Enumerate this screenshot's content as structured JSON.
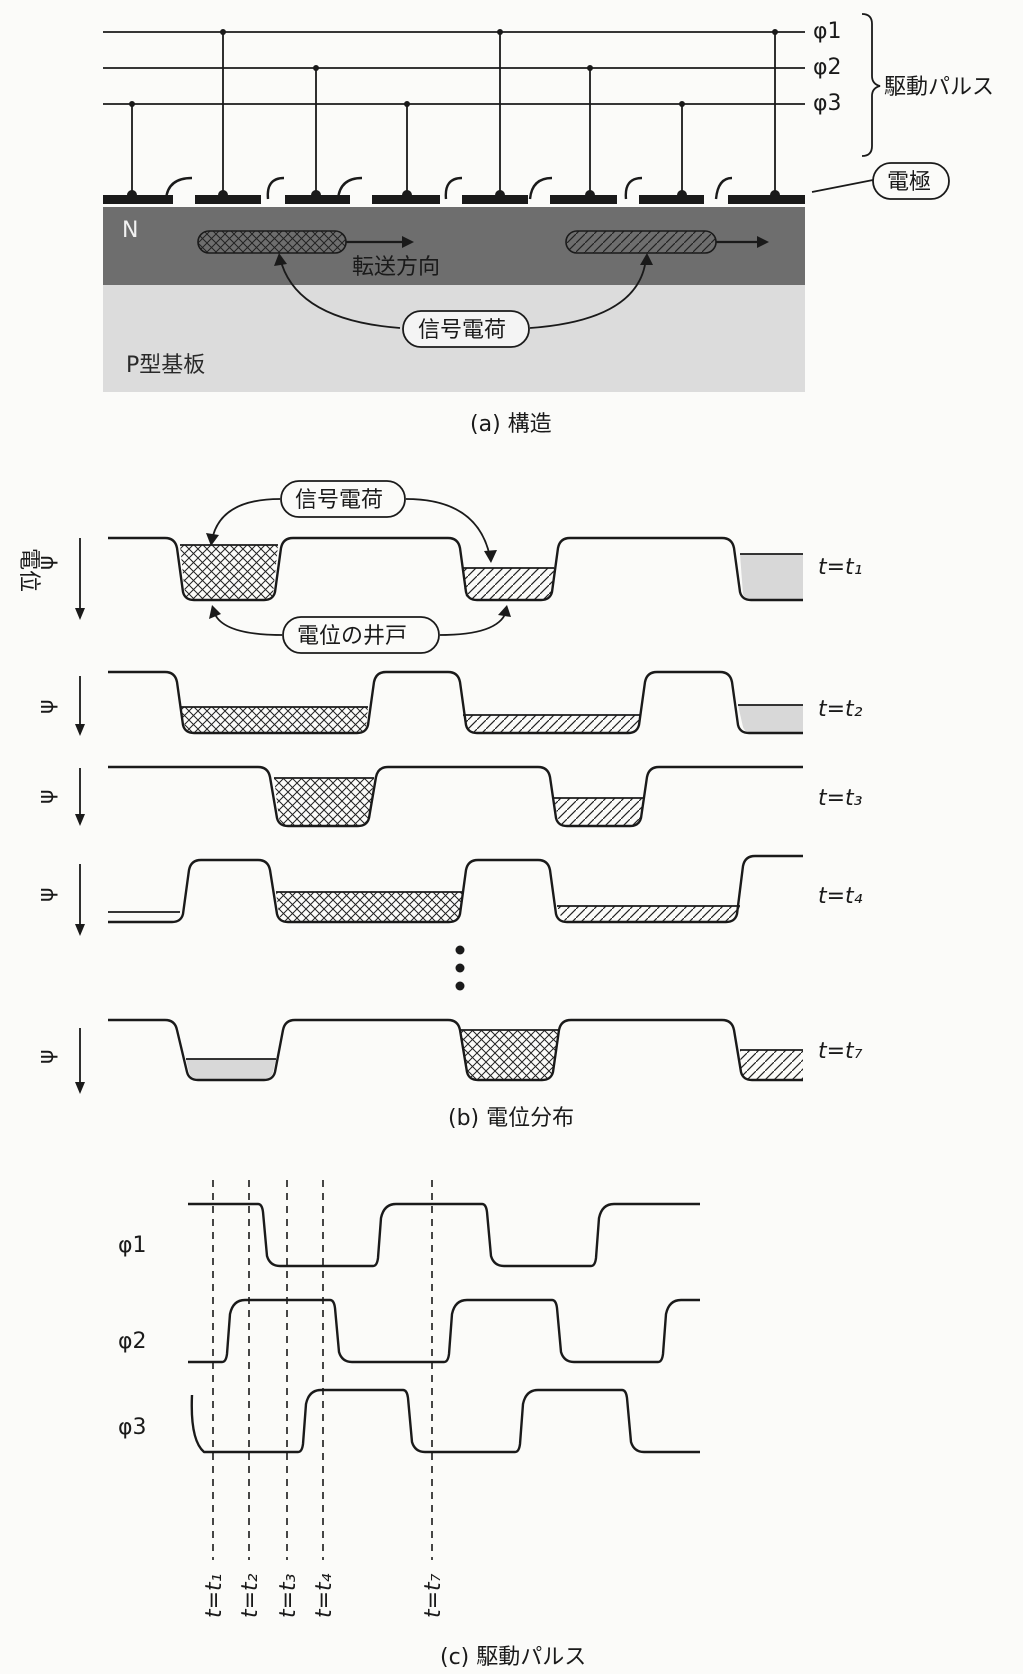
{
  "section_a": {
    "phase_labels": [
      "φ1",
      "φ2",
      "φ3"
    ],
    "brace_label": "駆動パルス",
    "electrode_label": "電極",
    "n_label": "N",
    "direction_label": "転送方向",
    "charge_label": "信号電荷",
    "substrate_label": "P型基板",
    "caption": "(a) 構造"
  },
  "section_b": {
    "axis_label": "電位",
    "psi": "ψ",
    "charge_label": "信号電荷",
    "well_label": "電位の井戸",
    "time_labels": [
      "t=t₁",
      "t=t₂",
      "t=t₃",
      "t=t₄",
      "t=t₇"
    ],
    "caption": "(b) 電位分布"
  },
  "section_c": {
    "phase_labels": [
      "φ1",
      "φ2",
      "φ3"
    ],
    "time_labels": [
      "t=t₁",
      "t=t₂",
      "t=t₃",
      "t=t₄",
      "t=t₇"
    ],
    "caption": "(c) 駆動パルス"
  },
  "colors": {
    "ink": "#1a1a1a",
    "n_region": "#6e6e6e",
    "p_region": "#dcdcdc"
  }
}
